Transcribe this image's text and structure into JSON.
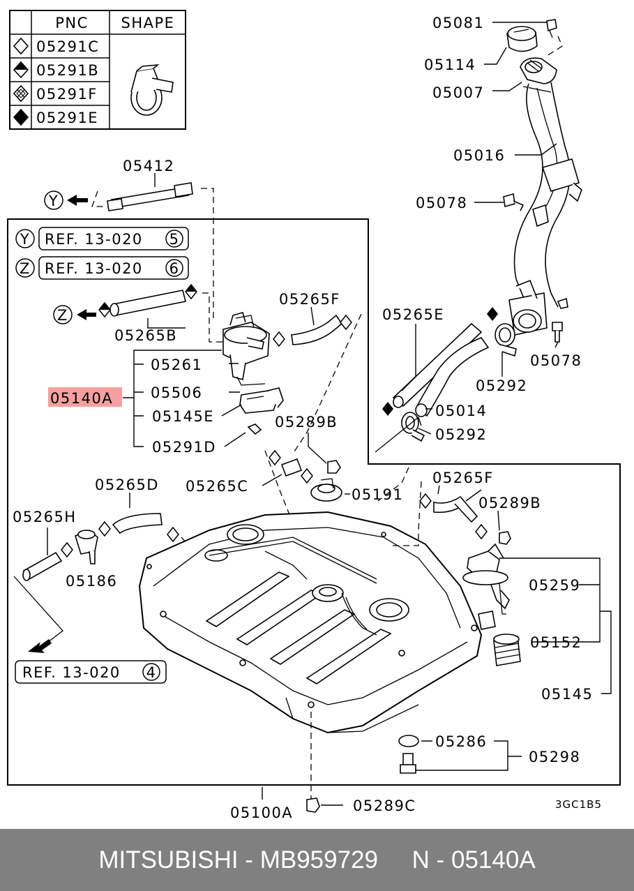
{
  "legend": {
    "header_pnc": "PNC",
    "header_shape": "SHAPE",
    "rows": [
      {
        "symbol": "diamond-outline-icon",
        "pnc": "05291C"
      },
      {
        "symbol": "diamond-half-filled-icon",
        "pnc": "05291B"
      },
      {
        "symbol": "diamond-crossed-icon",
        "pnc": "05291F"
      },
      {
        "symbol": "diamond-filled-icon",
        "pnc": "05291E"
      }
    ]
  },
  "refs": {
    "y_marker": "Y",
    "z_marker": "Z",
    "ref_y": "REF. 13-020",
    "ref_y_num": "5",
    "ref_z": "REF. 13-020",
    "ref_z_num": "6",
    "ref_bottom": "REF. 13-020",
    "ref_bottom_num": "4"
  },
  "labels": {
    "p05081": "05081",
    "p05114": "05114",
    "p05007": "05007",
    "p05016": "05016",
    "p05078a": "05078",
    "p05078b": "05078",
    "p05412": "05412",
    "p05265F_a": "05265F",
    "p05265B": "05265B",
    "p05261": "05261",
    "p05506": "05506",
    "p05140A": "05140A",
    "p05145E": "05145E",
    "p05291D": "05291D",
    "p05265E": "05265E",
    "p05292a": "05292",
    "p05014": "05014",
    "p05292b": "05292",
    "p05289B_a": "05289B",
    "p05265D": "05265D",
    "p05265C": "05265C",
    "p05191": "05191",
    "p05265F_b": "05265F",
    "p05289B_b": "05289B",
    "p05265H": "05265H",
    "p05186": "05186",
    "p05259": "05259",
    "p05152": "05152",
    "p05145": "05145",
    "p05286": "05286",
    "p05298": "05298",
    "p05100A": "05100A",
    "p05289C": "05289C",
    "code": "3GC1B5"
  },
  "highlight_color": "#f4a0a0",
  "footer": "MITSUBISHI - MB959729     N - 05140A"
}
